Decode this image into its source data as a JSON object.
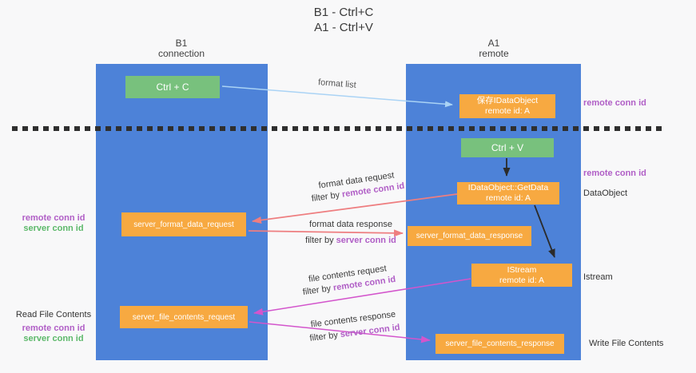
{
  "title": {
    "line1": "B1 - Ctrl+C",
    "line2": "A1 - Ctrl+V"
  },
  "lanes": {
    "left": {
      "name": "B1",
      "role": "connection"
    },
    "right": {
      "name": "A1",
      "role": "remote"
    }
  },
  "nodes": {
    "ctrl_c": {
      "label": "Ctrl + C"
    },
    "ctrl_v": {
      "label": "Ctrl + V"
    },
    "save_idataobject": {
      "line1": "保存IDataObject",
      "line2": "remote id: A"
    },
    "getdata": {
      "line1": "IDataObject::GetData",
      "line2": "remote id: A"
    },
    "istream": {
      "line1": "IStream",
      "line2": "remote id: A"
    },
    "format_request": {
      "label": "server_format_data_request"
    },
    "format_response": {
      "label": "server_format_data_response"
    },
    "file_request": {
      "label": "server_file_contents_request"
    },
    "file_response": {
      "label": "server_file_contents_response"
    }
  },
  "edge_labels": {
    "format_list": "format list",
    "format_data_request": {
      "line1": "format data request",
      "prefix": "filter by ",
      "key": "remote conn id"
    },
    "format_data_response": {
      "line1": "format data response",
      "prefix": "filter by ",
      "key": "server conn id"
    },
    "file_contents_request": {
      "line1": "file contents request",
      "prefix": "filter by ",
      "key": "remote conn id"
    },
    "file_contents_response": {
      "line1": "file contents response",
      "prefix": "filter by ",
      "key": "server conn id"
    }
  },
  "side_labels": {
    "right_remote_conn_top": "remote conn id",
    "right_remote_conn_mid": "remote conn id",
    "right_dataobject": "DataObject",
    "right_istream": "Istream",
    "right_write_file": "Write File Contents",
    "left_remote_conn_mid": "remote conn id",
    "left_server_conn_mid": "server conn id",
    "left_read_file": "Read File Contents",
    "left_remote_conn_bottom": "remote conn id",
    "left_server_conn_bottom": "server conn id"
  },
  "colors": {
    "lane_blue": "#4d82d8",
    "box_green": "#78c17d",
    "box_orange": "#f7a941",
    "accent_purple": "#b05ec6",
    "accent_green": "#5cb86a",
    "arrow_salmon": "#ee7e80",
    "arrow_magenta": "#d355cc",
    "arrow_blue": "#aad3f5",
    "arrow_black": "#2b2b2b",
    "divider_dash": "#2f2f2f"
  }
}
